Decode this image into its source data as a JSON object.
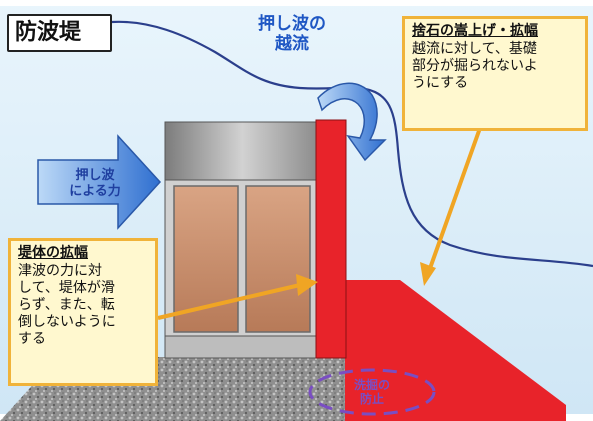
{
  "title": "防波堤",
  "wave_overflow_label": [
    "押し波の",
    "越流"
  ],
  "force_label": [
    "押し波",
    "による力"
  ],
  "notes": {
    "riprap": {
      "title": "捨石の嵩上げ・拡幅",
      "body": [
        "越流に対して、基礎",
        "部分が掘られないよ",
        "うにする"
      ]
    },
    "body_widening": {
      "title": "堤体の拡幅",
      "body": [
        "津波の力に対",
        "して、堤体が滑",
        "らず、また、転",
        "倒しないように",
        "する"
      ]
    }
  },
  "scour_label": [
    "洗掘の",
    "防止"
  ],
  "colors": {
    "sea": "#dceef9",
    "wave_line": "#2b3f8c",
    "arrow_blue": "#3d7fd9",
    "red_wall": "#e8232a",
    "caisson_top": "#9a9a9a",
    "caisson_window": "#c98f6e",
    "note_fill": "#fff8cf",
    "note_border": "#f0b33a",
    "rubble": "#8c8c8c",
    "scour_dash": "#7a4ec2"
  },
  "icons": [
    "wave-push-arrow-icon",
    "curved-overflow-arrow-icon"
  ]
}
